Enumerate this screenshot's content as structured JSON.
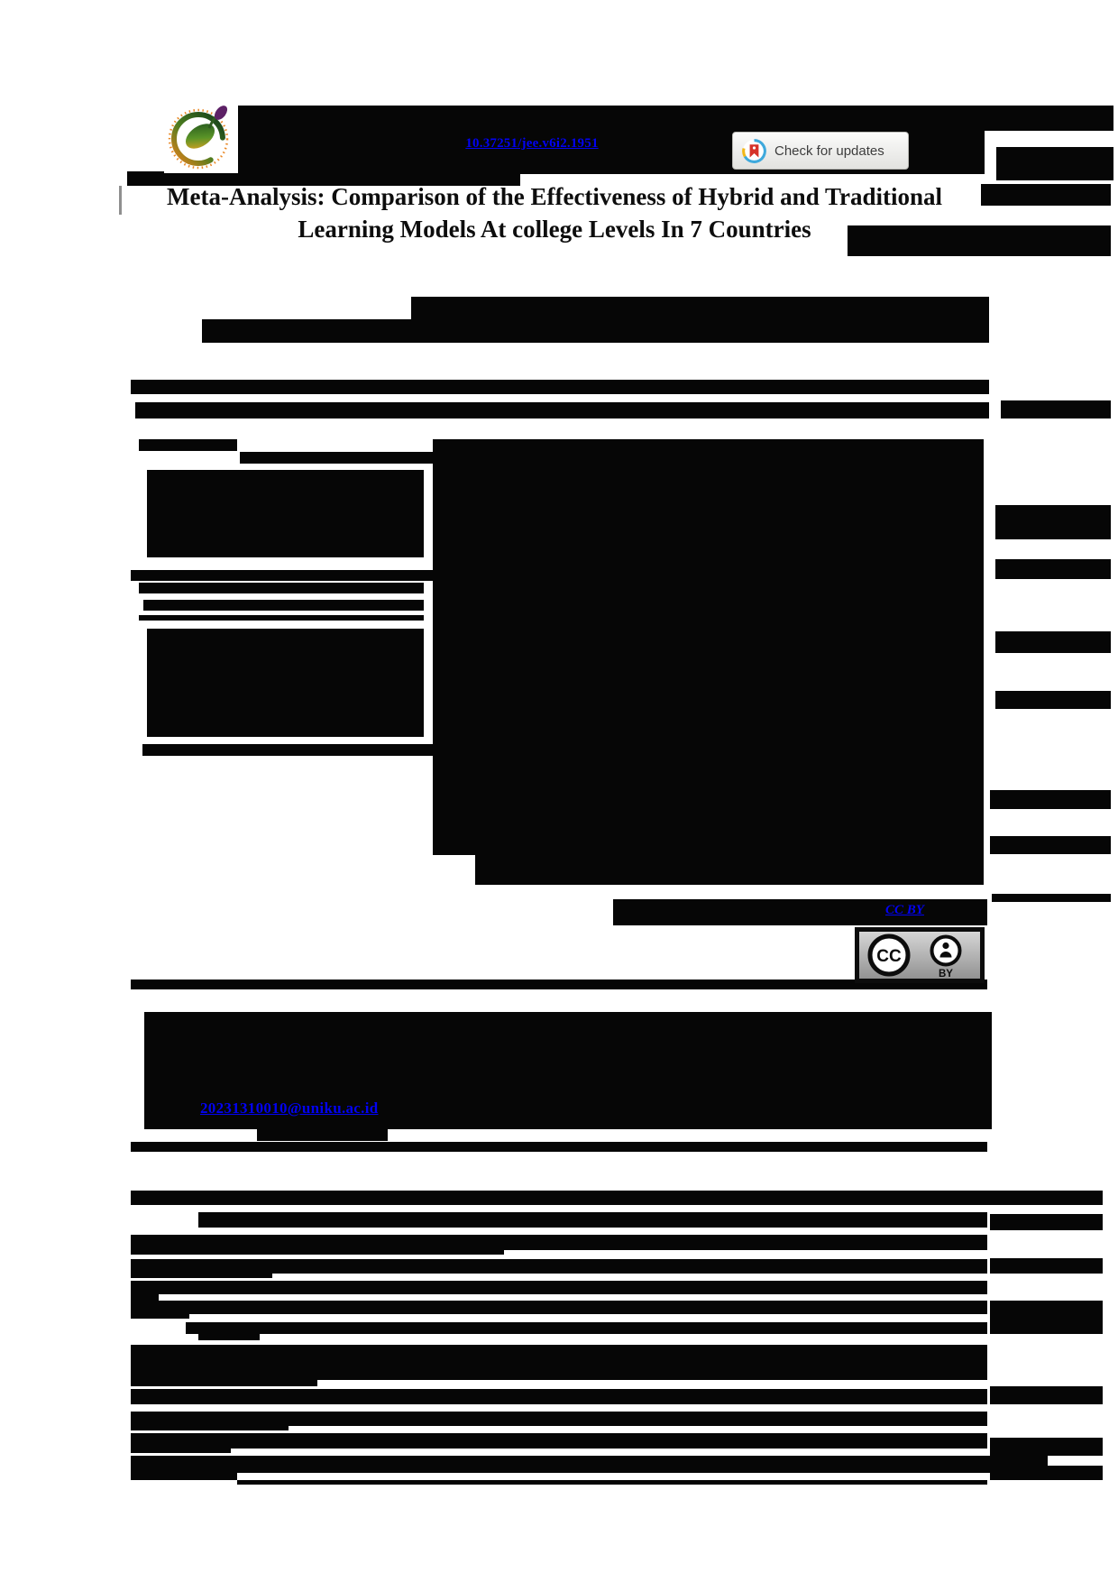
{
  "document": {
    "title_line1": "Meta-Analysis: Comparison of the Effectiveness of Hybrid and Traditional",
    "title_line2": "Learning Models At college Levels In 7 Countries"
  },
  "header": {
    "doi_link_text": "10.37251/jee.v6i2.1951",
    "check_updates_label": "Check for updates"
  },
  "license": {
    "link_text": "CC BY",
    "badge_cc": "CC",
    "badge_by": "BY"
  },
  "author_info": {
    "email": "20231310010@uniku.ac.id"
  },
  "colors": {
    "link_blue": "#0202f2",
    "redaction_black": "#060606",
    "badge_gray": "#a9a9a9",
    "button_text": "#3d3d3d",
    "crossmark_red": "#d6332a",
    "crossmark_teal": "#3fa9dc",
    "crossmark_yellow": "#f2b718",
    "logo_green": "#2d6a1f",
    "logo_purple": "#5d2166",
    "logo_orange": "#e8821a"
  },
  "redactions": [
    [
      253,
      117,
      839,
      76
    ],
    [
      1092,
      117,
      143,
      28
    ],
    [
      141,
      190,
      436,
      16
    ],
    [
      1105,
      163,
      130,
      37
    ],
    [
      1088,
      204,
      144,
      24
    ],
    [
      940,
      250,
      292,
      34
    ],
    [
      456,
      329,
      641,
      25
    ],
    [
      224,
      354,
      873,
      26
    ],
    [
      145,
      421,
      952,
      16
    ],
    [
      150,
      446,
      947,
      18
    ],
    [
      1110,
      444,
      122,
      20
    ],
    [
      154,
      487,
      109,
      13
    ],
    [
      266,
      501,
      214,
      13
    ],
    [
      163,
      521,
      307,
      97
    ],
    [
      145,
      632,
      360,
      12
    ],
    [
      154,
      646,
      316,
      12
    ],
    [
      159,
      665,
      311,
      12
    ],
    [
      154,
      682,
      316,
      6
    ],
    [
      163,
      697,
      307,
      120
    ],
    [
      158,
      825,
      327,
      13
    ],
    [
      480,
      487,
      611,
      461
    ],
    [
      527,
      948,
      564,
      33
    ],
    [
      1104,
      560,
      128,
      38
    ],
    [
      1104,
      620,
      128,
      22
    ],
    [
      1104,
      700,
      128,
      24
    ],
    [
      1104,
      766,
      128,
      20
    ],
    [
      1098,
      876,
      134,
      21
    ],
    [
      1098,
      927,
      134,
      20
    ],
    [
      680,
      997,
      415,
      29
    ],
    [
      1100,
      991,
      132,
      9
    ],
    [
      145,
      1086,
      950,
      11
    ],
    [
      160,
      1122,
      940,
      130
    ],
    [
      285,
      1252,
      145,
      13
    ],
    [
      145,
      1266,
      950,
      11
    ],
    [
      145,
      1320,
      1078,
      16
    ],
    [
      220,
      1344,
      875,
      17
    ],
    [
      145,
      1369,
      950,
      17
    ],
    [
      145,
      1386,
      414,
      5
    ],
    [
      145,
      1396,
      950,
      16
    ],
    [
      145,
      1412,
      157,
      5
    ],
    [
      145,
      1420,
      950,
      15
    ],
    [
      145,
      1435,
      31,
      7
    ],
    [
      145,
      1442,
      950,
      15
    ],
    [
      145,
      1457,
      65,
      5
    ],
    [
      206,
      1466,
      889,
      13
    ],
    [
      220,
      1479,
      68,
      7
    ],
    [
      145,
      1491,
      950,
      39
    ],
    [
      145,
      1530,
      207,
      7
    ],
    [
      145,
      1540,
      950,
      17
    ],
    [
      145,
      1565,
      950,
      16
    ],
    [
      145,
      1581,
      175,
      5
    ],
    [
      145,
      1589,
      950,
      17
    ],
    [
      145,
      1606,
      111,
      5
    ],
    [
      145,
      1614,
      1017,
      19
    ],
    [
      145,
      1633,
      118,
      8
    ],
    [
      263,
      1641,
      832,
      5
    ],
    [
      1098,
      1346,
      125,
      18
    ],
    [
      1098,
      1395,
      125,
      17
    ],
    [
      1098,
      1442,
      125,
      37
    ],
    [
      1098,
      1537,
      125,
      20
    ],
    [
      1098,
      1594,
      125,
      20
    ],
    [
      1098,
      1625,
      125,
      16
    ]
  ]
}
